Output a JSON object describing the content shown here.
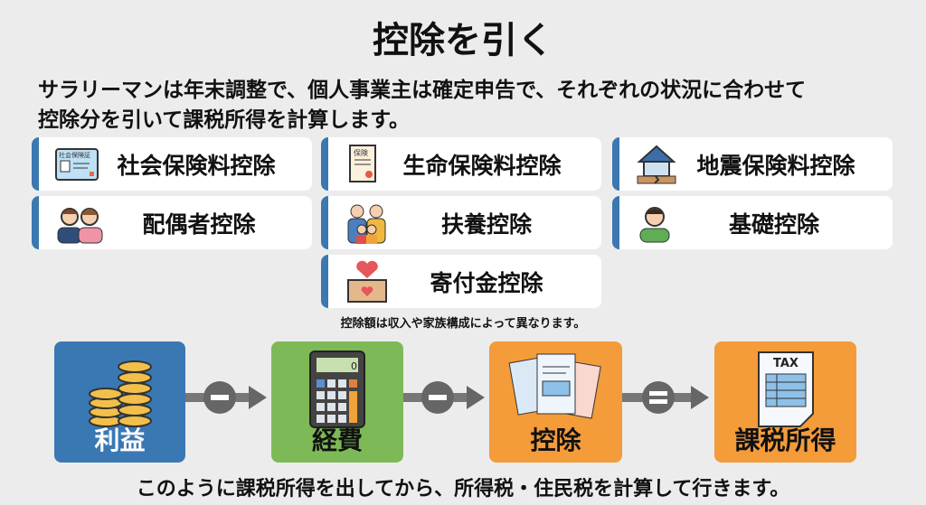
{
  "title": "控除を引く",
  "subtitle": [
    "サラリーマンは年末調整で、個人事業主は確定申告で、それぞれの状況に合わせて",
    "控除分を引いて課税所得を計算します。"
  ],
  "deductions": [
    {
      "label": "社会保険料控除",
      "icon": "insurance-card-icon"
    },
    {
      "label": "生命保険料控除",
      "icon": "certificate-icon"
    },
    {
      "label": "地震保険料控除",
      "icon": "damaged-house-icon"
    },
    {
      "label": "配偶者控除",
      "icon": "couple-icon"
    },
    {
      "label": "扶養控除",
      "icon": "family-icon"
    },
    {
      "label": "基礎控除",
      "icon": "person-icon"
    },
    {
      "label": "寄付金控除",
      "icon": "donation-box-icon"
    }
  ],
  "card_icon_texts": {
    "insurance_card": "社会保険証",
    "certificate": "保険"
  },
  "note": "控除額は収入や家族構成によって異なります。",
  "flow": {
    "steps": [
      {
        "label": "利益",
        "color": "#3a78b4"
      },
      {
        "label": "経費",
        "color": "#7dba57"
      },
      {
        "label": "控除",
        "color": "#f49b3a"
      },
      {
        "label": "課税所得",
        "color": "#f49b3a"
      }
    ],
    "operators": [
      "−",
      "−",
      "="
    ],
    "tax_doc_text": "TAX",
    "calc_display": "0"
  },
  "bottom_text": "このように課税所得を出してから、所得税・住民税を計算して行きます。"
}
